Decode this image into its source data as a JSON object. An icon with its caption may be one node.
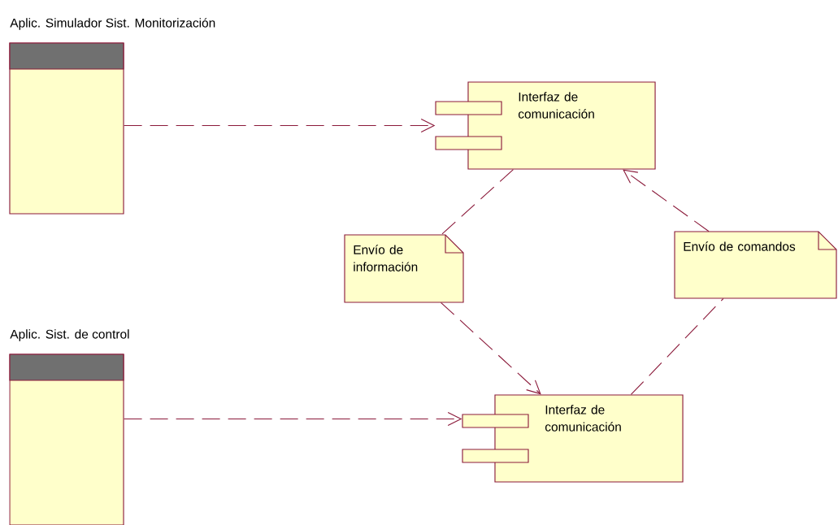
{
  "diagram": {
    "nodes": [
      {
        "text": [
          "Aplic. Simulador Sist. Monitorización"
        ]
      },
      {
        "text": [
          "Interfaz de comunicación"
        ]
      },
      {
        "text": [
          "Envío de información"
        ]
      },
      {
        "text": [
          "Envío de comandos"
        ]
      },
      {
        "text": [
          "Aplic. Sist. de control"
        ]
      },
      {
        "text": [
          "Interfaz de comunicación"
        ]
      }
    ],
    "edges": [
      {
        "from": 0,
        "to": 1,
        "arrow": "to",
        "style": "dashed"
      },
      {
        "from": 4,
        "to": 5,
        "arrow": "to",
        "style": "dashed"
      },
      {
        "from": 1,
        "to": 2,
        "arrow": "none",
        "style": "dashed"
      },
      {
        "from": 2,
        "to": 5,
        "arrow": "to",
        "style": "dashed"
      },
      {
        "from": 5,
        "to": 3,
        "arrow": "none",
        "style": "dashed"
      },
      {
        "from": 3,
        "to": 1,
        "arrow": "to",
        "style": "dashed"
      }
    ]
  }
}
